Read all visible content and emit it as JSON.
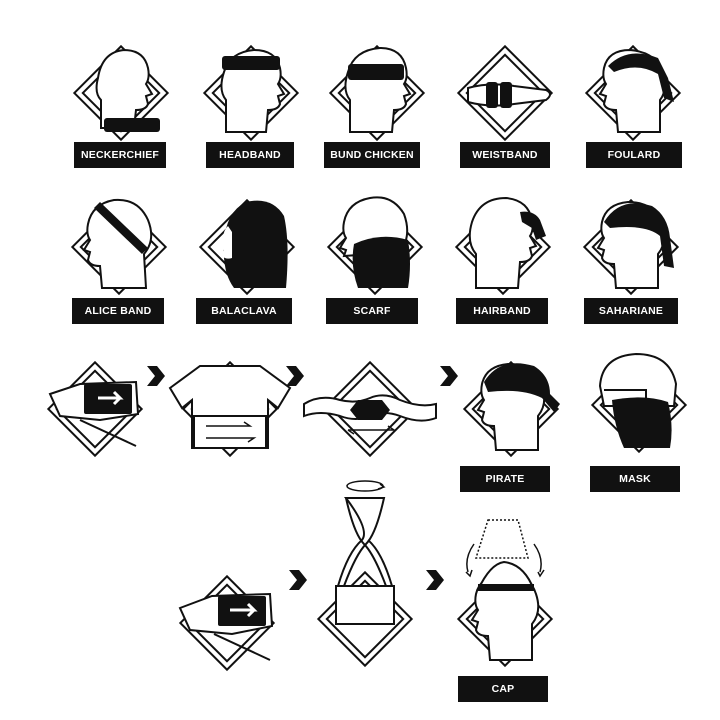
{
  "labels": {
    "neckerchief": "NECKERCHIEF",
    "headband": "HEADBAND",
    "bund_chicken": "BUND CHICKEN",
    "weistband": "WEISTBAND",
    "foulard": "FOULARD",
    "alice_band": "ALICE BAND",
    "balaclava": "BALACLAVA",
    "scarf": "SCARF",
    "hairband": "HAIRBAND",
    "sahariane": "SAHARIANE",
    "pirate": "PIRATE",
    "mask": "MASK",
    "cap": "CAP"
  },
  "colors": {
    "ink": "#111111",
    "paper": "#ffffff",
    "label_bg": "#111111",
    "label_text": "#ffffff"
  },
  "icons": {
    "step_arrow": "chevron-right-icon",
    "head": "head-silhouette-icon"
  }
}
